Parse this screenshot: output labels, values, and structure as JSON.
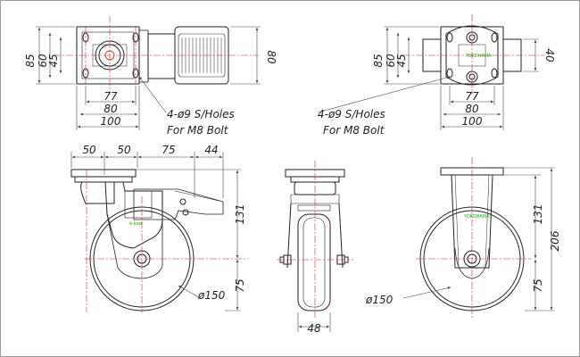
{
  "title": "",
  "colors": {
    "outline": "#222222",
    "centerline": "#e02020",
    "dimension": "#444444",
    "brand": "#1aa51a",
    "frame": "#9a9a9a"
  },
  "top_view_brake": {
    "dims": {
      "height_85": "85",
      "height_60": "60",
      "height_45": "45",
      "height_80": "80",
      "width_77": "77",
      "width_80": "80",
      "width_100": "100"
    },
    "note_line1": "4-ø9 S/Holes",
    "note_line2": "For M8 Bolt"
  },
  "top_view_fixed": {
    "dims": {
      "height_85": "85",
      "height_60": "60",
      "height_45": "45",
      "height_40": "40",
      "width_77": "77",
      "width_80": "80",
      "width_100": "100"
    },
    "note_line1": "4-ø9 S/Holes",
    "note_line2": "For M8 Bolt"
  },
  "side_view_brake": {
    "dims": {
      "top_50a": "50",
      "top_50b": "50",
      "top_75": "75",
      "top_44": "44",
      "height_131": "131",
      "height_75": "75",
      "diameter_150": "ø150"
    },
    "brand": "e-kaw"
  },
  "front_view": {
    "dims": {
      "width_48": "48"
    }
  },
  "side_view_fixed": {
    "dims": {
      "height_206": "206",
      "height_131": "131",
      "height_75": "75",
      "diameter_150": "ø150"
    },
    "brand": "YOKOHAMA"
  }
}
